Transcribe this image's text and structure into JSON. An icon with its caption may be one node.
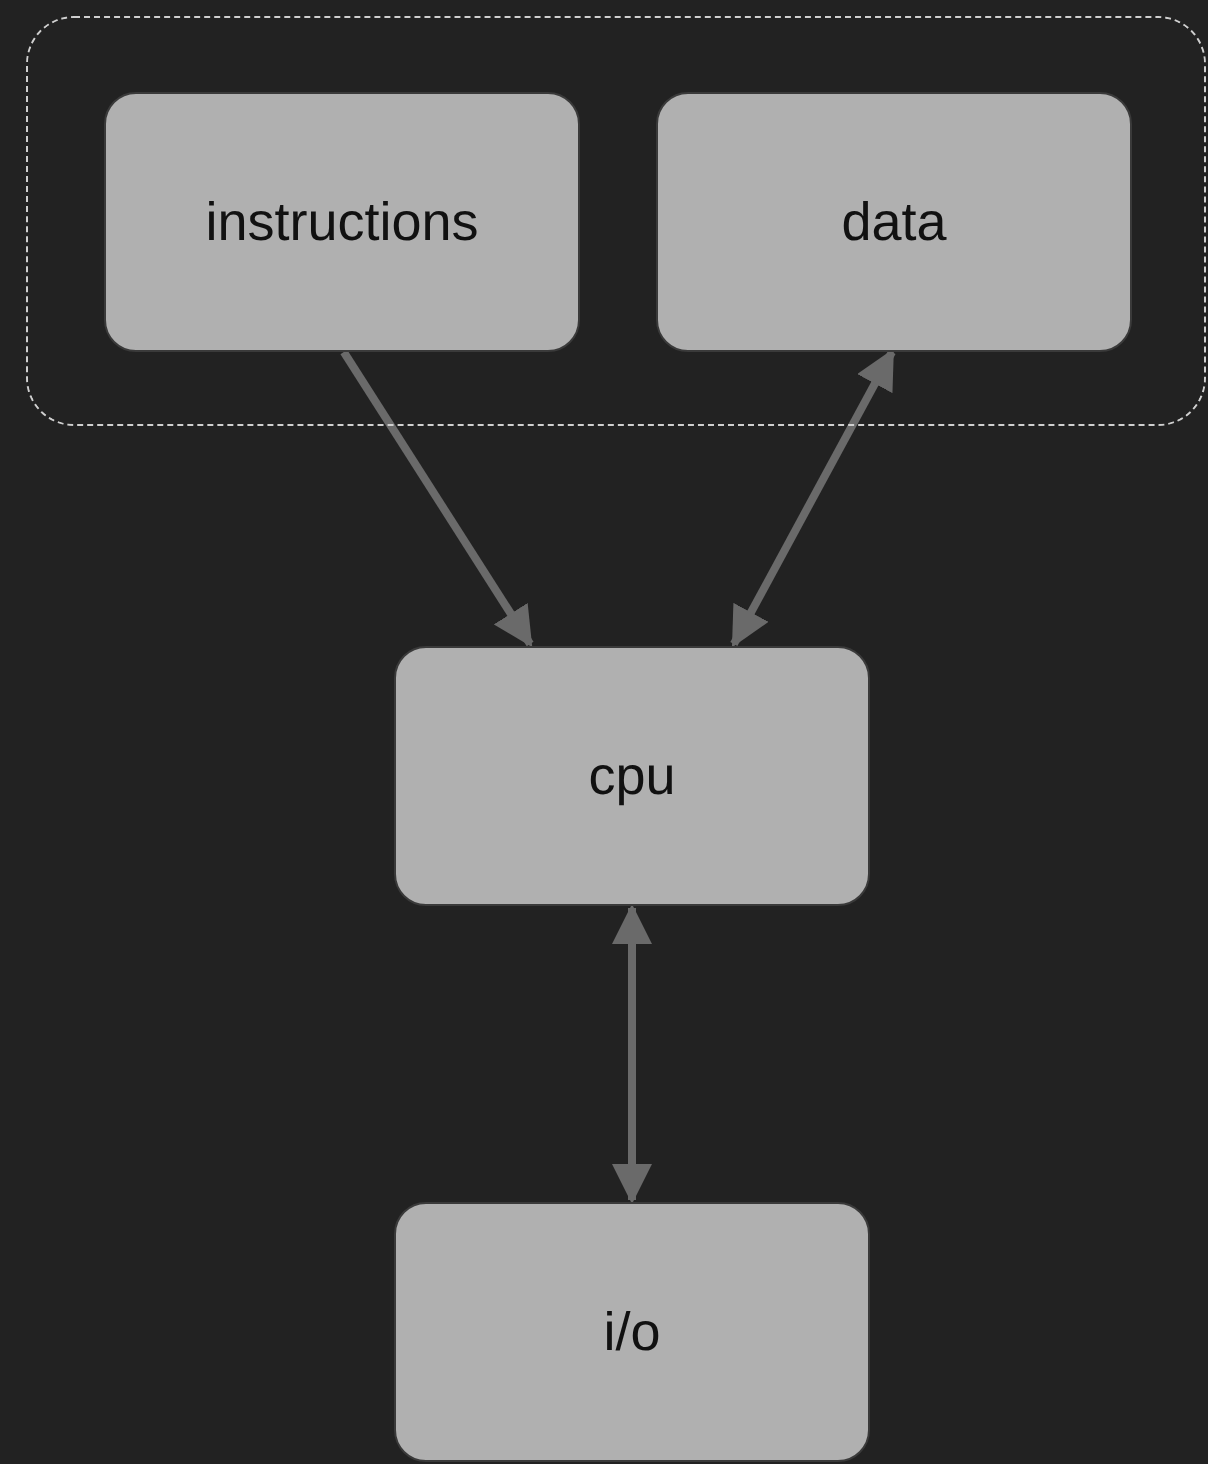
{
  "diagram": {
    "nodes": [
      {
        "text": [],
        "shape": "box"
      },
      {
        "text": [
          "instructions"
        ],
        "in": 0
      },
      {
        "text": [
          "data"
        ],
        "in": 0
      },
      {
        "text": [
          "cpu"
        ]
      },
      {
        "text": [
          "i/o"
        ]
      }
    ],
    "edges": [
      {
        "from": 1,
        "to": 3,
        "arrow": "to"
      },
      {
        "from": 3,
        "to": 2,
        "arrow": "both"
      },
      {
        "from": 3,
        "to": 4,
        "arrow": "both"
      }
    ]
  }
}
